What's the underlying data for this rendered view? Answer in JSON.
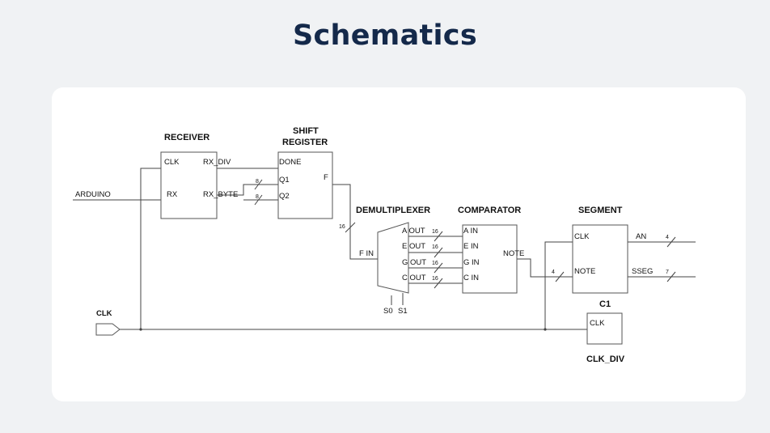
{
  "title": "Schematics",
  "diagram": {
    "inputs": {
      "arduino": "ARDUINO",
      "clk": "CLK"
    },
    "receiver": {
      "title": "RECEIVER",
      "clk": "CLK",
      "rx": "RX",
      "rx_div": "RX_DIV",
      "rx_byte": "RX_BYTE"
    },
    "shift_register": {
      "title_line1": "SHIFT",
      "title_line2": "REGISTER",
      "done": "DONE",
      "q1": "Q1",
      "q2": "Q2",
      "f": "F"
    },
    "demultiplexer": {
      "title": "DEMULTIPLEXER",
      "f_in": "F IN",
      "a_out": "A OUT",
      "e_out": "E OUT",
      "g_out": "G OUT",
      "c_out": "C OUT",
      "s0": "S0",
      "s1": "S1"
    },
    "comparator": {
      "title": "COMPARATOR",
      "a_in": "A IN",
      "e_in": "E IN",
      "g_in": "G IN",
      "c_in": "C IN",
      "note": "NOTE"
    },
    "segment": {
      "title": "SEGMENT",
      "clk": "CLK",
      "note": "NOTE",
      "an": "AN",
      "sseg": "SSEG"
    },
    "clk_div": {
      "title": "C1",
      "label": "CLK_DIV",
      "clk": "CLK"
    },
    "bus_widths": {
      "q1": "8",
      "q2": "8",
      "f": "16",
      "a": "16",
      "e": "16",
      "g": "16",
      "c": "16",
      "note": "4",
      "an": "4",
      "sseg": "7"
    }
  }
}
